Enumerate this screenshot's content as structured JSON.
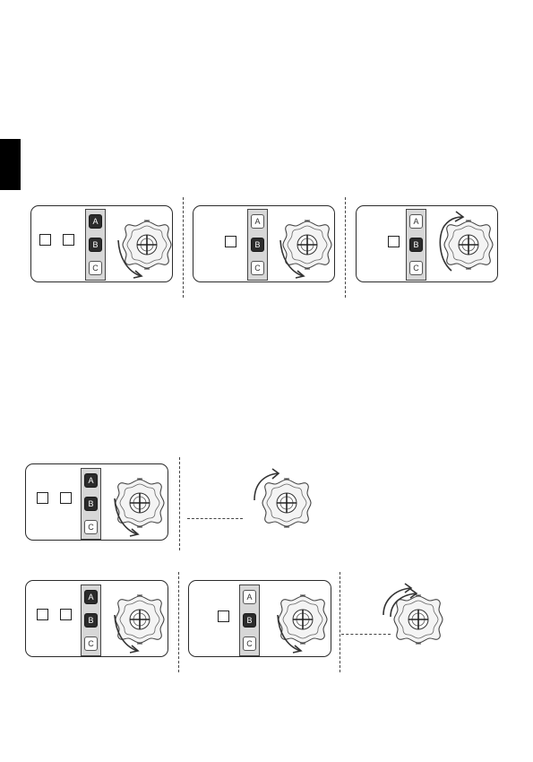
{
  "keys": {
    "a": "A",
    "b": "B",
    "c": "C"
  }
}
